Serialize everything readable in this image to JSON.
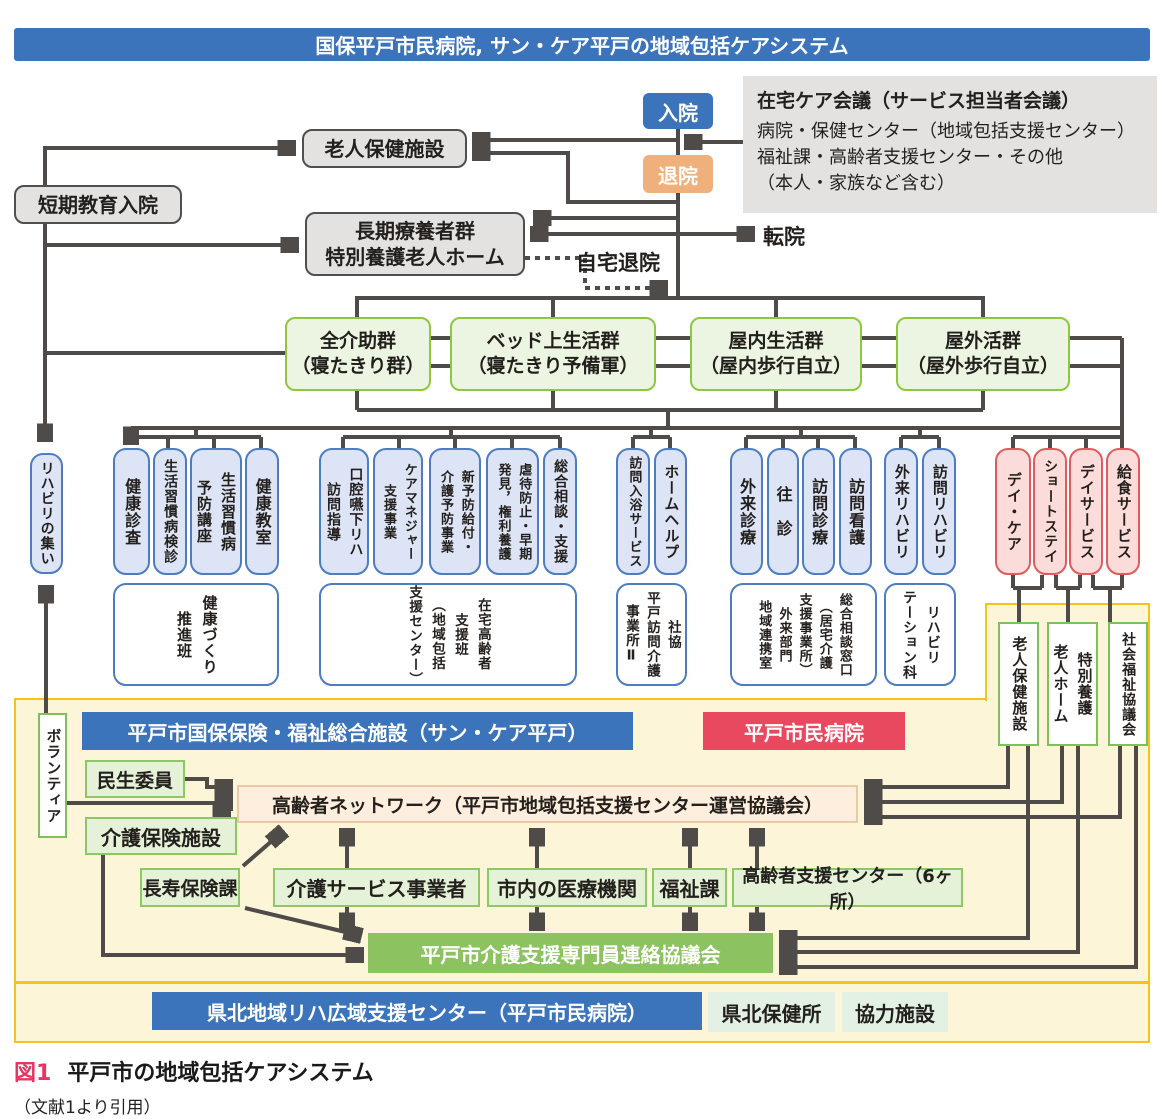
{
  "title": "国保平戸市民病院, サン・ケア平戸の地域包括ケアシステム",
  "colors": {
    "banner_blue": "#3b74ba",
    "banner_red": "#e8495f",
    "banner_green": "#8cc360",
    "discharge_orange": "#efb07b",
    "group_green_fill": "#ebf5e1",
    "group_green_border": "#8dc63f",
    "service_blue_fill": "#dce4f5",
    "service_blue_border": "#4d7cc0",
    "service_red_fill": "#fbdcda",
    "service_red_border": "#e05c5c",
    "area_yellow_fill": "#fdf5d8",
    "area_yellow_border": "#f6c21b",
    "network_peach": "#fdeede",
    "caption_magenta": "#e73562",
    "line_gray": "#4e4b48"
  },
  "top": {
    "admission": "入院",
    "discharge": "退院",
    "home_care_meeting": {
      "title": "在宅ケア会議（サービス担当者会議）",
      "line1": "病院・保健センター（地域包括支援センター）",
      "line2": "福祉課・高齢者支援センター・その他",
      "line3": "（本人・家族など含む）"
    },
    "geriatric_health_facility": "老人保健施設",
    "short_education_admission": "短期教育入院",
    "long_term_group": "長期療養者群\n特別養護老人ホーム",
    "transfer": "転院",
    "home_discharge": "自宅退院"
  },
  "patient_groups": {
    "full_assist": "全介助群\n（寝たきり群）",
    "bed_bound": "ベッド上生活群\n（寝たきり予備軍）",
    "indoor": "屋内生活群\n（屋内歩行自立）",
    "outdoor": "屋外活群\n（屋外歩行自立）"
  },
  "services": {
    "rehab_gathering": "リハビリの集い",
    "health": [
      "健康診査",
      "生活習慣病検診",
      "生活習慣病\n予防講座",
      "健康教室"
    ],
    "health_team": "健康づくり\n推進班",
    "homecare": [
      "口腔嚥下リハ\n訪問指導",
      "ケアマネジャー\n支援事業",
      "新予防給付・\n介護予防事業",
      "虐待防止・早期\n発見，権利養護",
      "総合相談・支援"
    ],
    "homecare_team": "在宅高齢者\n支援班\n（地域包括\n支援センター）",
    "bath_help": [
      "訪問入浴サービス",
      "ホームヘルプ"
    ],
    "bath_help_team": "社協\n平戸訪問介護\n事業所Ⅱ",
    "medical": [
      "外来診療",
      "往　診",
      "訪問診療",
      "訪問看護"
    ],
    "medical_team": "総合相談窓口\n（居宅介護\n支援事業所）\n外来部門\n地域連携室",
    "rehab": [
      "外来リハビリ",
      "訪問リハビリ"
    ],
    "rehab_team": "リハビリ\nテーション科",
    "welfare": [
      "デイ・ケア",
      "ショートステイ",
      "デイサービス",
      "給食サービス"
    ],
    "welfare_facilities": [
      "老人保健施設",
      "特別養護\n老人ホーム",
      "社会福祉協議会"
    ]
  },
  "community": {
    "volunteer": "ボランティア",
    "suncare_banner": "平戸市国保保険・福祉総合施設（サン・ケア平戸）",
    "hospital_banner": "平戸市民病院",
    "welfare_commissioner": "民生委員",
    "care_insurance_facility": "介護保険施設",
    "network": "高齢者ネットワーク（平戸市地域包括支援センター運営協議会）",
    "row": [
      "長寿保険課",
      "介護サービス事業者",
      "市内の医療機関",
      "福祉課",
      "高齢者支援センター（6ヶ所）"
    ],
    "renraku_banner": "平戸市介護支援専門員連絡協議会"
  },
  "regional": {
    "kenboku_banner": "県北地域リハ広域支援センター（平戸市民病院）",
    "health_office": "県北保健所",
    "cooperating_facility": "協力施設"
  },
  "caption": {
    "fig": "図1",
    "title": "平戸市の地域包括ケアシステム",
    "source": "（文献1より引用）"
  }
}
